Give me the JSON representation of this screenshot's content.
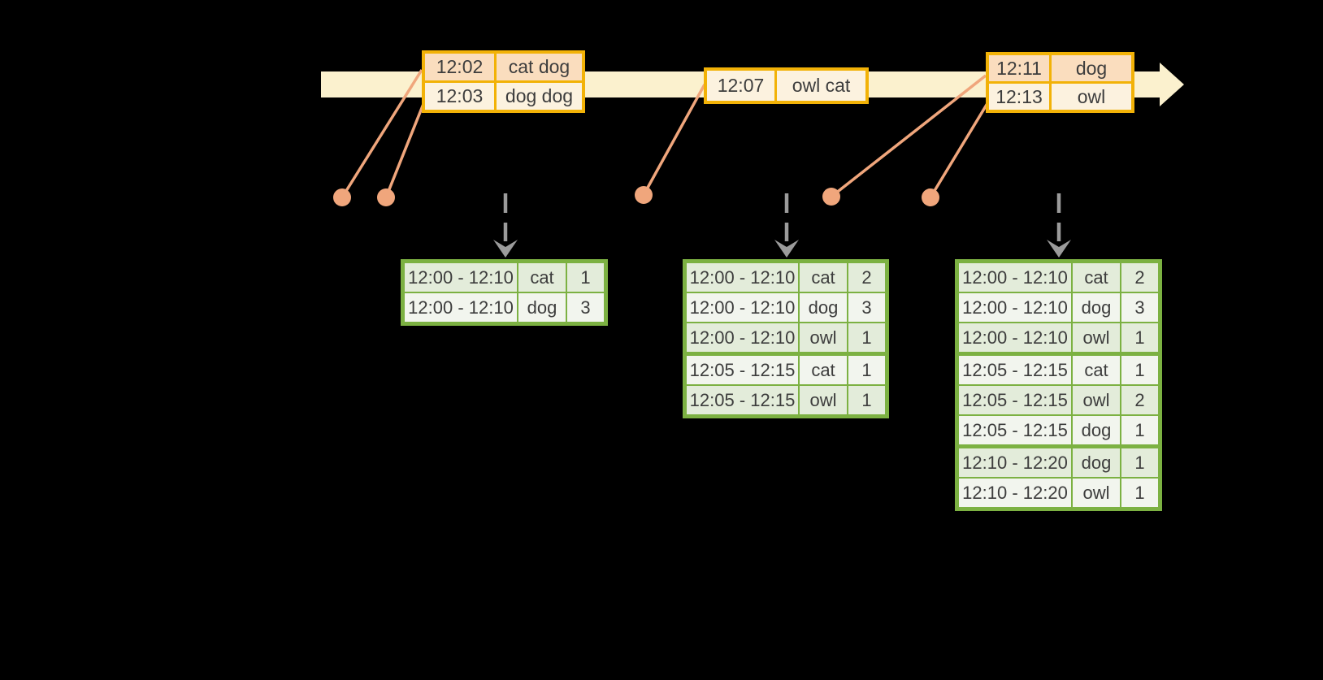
{
  "palette": {
    "background": "#000000",
    "timeline_band": "#FBF1CE",
    "event_border": "#F2B207",
    "event_row_dark": "#FADDBE",
    "event_row_light": "#FCF2DF",
    "result_border": "#7CB142",
    "result_row_dark": "#E3ECDA",
    "result_row_light": "#F2F5EE",
    "connector_salmon": "#F0A67C",
    "trigger_arrow_gray": "#9B9B9B",
    "text": "#3D3D3D"
  },
  "event_tables": [
    {
      "rows": [
        {
          "time": "12:02",
          "words": "cat dog"
        },
        {
          "time": "12:03",
          "words": "dog dog"
        }
      ]
    },
    {
      "rows": [
        {
          "time": "12:07",
          "words": "owl cat"
        }
      ]
    },
    {
      "rows": [
        {
          "time": "12:11",
          "words": "dog"
        },
        {
          "time": "12:13",
          "words": "owl"
        }
      ]
    }
  ],
  "result_tables": [
    {
      "rows": [
        {
          "window": "12:00 - 12:10",
          "word": "cat",
          "count": "1"
        },
        {
          "window": "12:00 - 12:10",
          "word": "dog",
          "count": "3"
        }
      ]
    },
    {
      "rows": [
        {
          "window": "12:00 - 12:10",
          "word": "cat",
          "count": "2"
        },
        {
          "window": "12:00 - 12:10",
          "word": "dog",
          "count": "3"
        },
        {
          "window": "12:00 - 12:10",
          "word": "owl",
          "count": "1"
        },
        {
          "window": "12:05 - 12:15",
          "word": "cat",
          "count": "1"
        },
        {
          "window": "12:05 - 12:15",
          "word": "owl",
          "count": "1"
        }
      ]
    },
    {
      "rows": [
        {
          "window": "12:00 - 12:10",
          "word": "cat",
          "count": "2"
        },
        {
          "window": "12:00 - 12:10",
          "word": "dog",
          "count": "3"
        },
        {
          "window": "12:00 - 12:10",
          "word": "owl",
          "count": "1"
        },
        {
          "window": "12:05 - 12:15",
          "word": "cat",
          "count": "1"
        },
        {
          "window": "12:05 - 12:15",
          "word": "owl",
          "count": "2"
        },
        {
          "window": "12:05 - 12:15",
          "word": "dog",
          "count": "1"
        },
        {
          "window": "12:10 - 12:20",
          "word": "dog",
          "count": "1"
        },
        {
          "window": "12:10 - 12:20",
          "word": "owl",
          "count": "1"
        }
      ]
    }
  ]
}
